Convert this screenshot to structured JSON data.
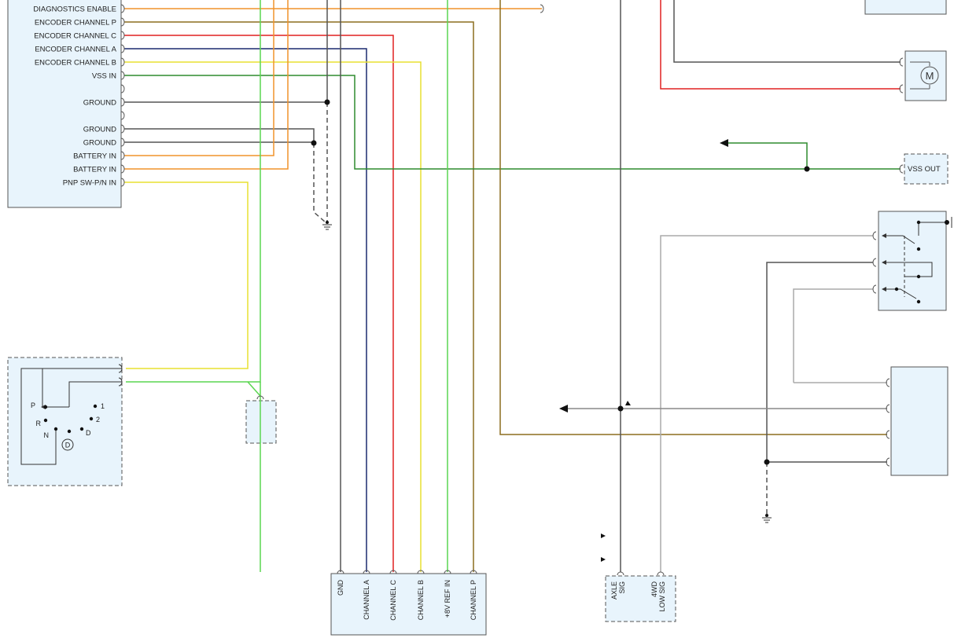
{
  "module": {
    "pins": [
      "DIAGNOSTICS ENABLE",
      "ENCODER CHANNEL P",
      "ENCODER CHANNEL C",
      "ENCODER CHANNEL A",
      "ENCODER CHANNEL B",
      "VSS IN",
      "GROUND",
      "GROUND",
      "GROUND",
      "BATTERY IN",
      "BATTERY IN",
      "PNP SW-P/N IN"
    ]
  },
  "encoder_connector": {
    "pins": [
      "GND",
      "CHANNEL A",
      "CHANNEL C",
      "CHANNEL B",
      "+8V REF IN",
      "CHANNEL P"
    ]
  },
  "axle_connector": {
    "pins": [
      "AXLE SIG",
      "4WD LOW SIG"
    ]
  },
  "vss_out": {
    "label": "VSS OUT"
  },
  "motor": {
    "label": "M"
  },
  "selector": {
    "positions": [
      "P",
      "R",
      "N",
      "D",
      "2",
      "1"
    ],
    "circle_label": "D"
  },
  "colors": {
    "orange": "#f0932b",
    "olive": "#8b6d1f",
    "red": "#e02020",
    "navy": "#1a2a6e",
    "yellow": "#e8e030",
    "green": "#2e8b2e",
    "lime": "#5ad650",
    "gray": "#555555",
    "lightgray": "#aaaaaa"
  }
}
